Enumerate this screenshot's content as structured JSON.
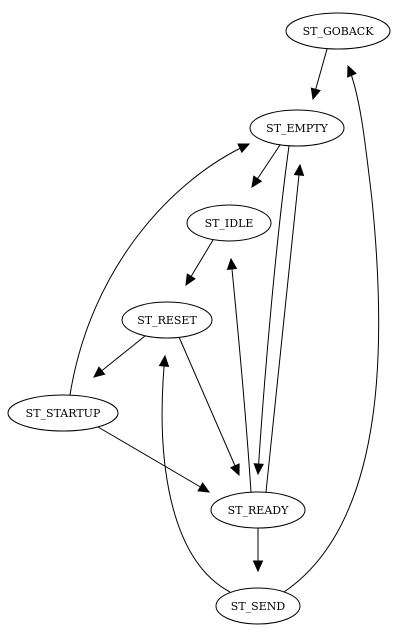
{
  "diagram": {
    "nodes": [
      {
        "id": "goback",
        "label": "ST_GOBACK"
      },
      {
        "id": "empty",
        "label": "ST_EMPTY"
      },
      {
        "id": "idle",
        "label": "ST_IDLE"
      },
      {
        "id": "reset",
        "label": "ST_RESET"
      },
      {
        "id": "startup",
        "label": "ST_STARTUP"
      },
      {
        "id": "ready",
        "label": "ST_READY"
      },
      {
        "id": "send",
        "label": "ST_SEND"
      }
    ],
    "edges": [
      {
        "from": "goback",
        "to": "empty"
      },
      {
        "from": "empty",
        "to": "idle"
      },
      {
        "from": "empty",
        "to": "ready"
      },
      {
        "from": "idle",
        "to": "reset"
      },
      {
        "from": "reset",
        "to": "startup"
      },
      {
        "from": "reset",
        "to": "ready"
      },
      {
        "from": "startup",
        "to": "empty"
      },
      {
        "from": "startup",
        "to": "ready"
      },
      {
        "from": "ready",
        "to": "idle"
      },
      {
        "from": "ready",
        "to": "empty"
      },
      {
        "from": "ready",
        "to": "send"
      },
      {
        "from": "send",
        "to": "reset"
      },
      {
        "from": "send",
        "to": "goback"
      }
    ]
  }
}
